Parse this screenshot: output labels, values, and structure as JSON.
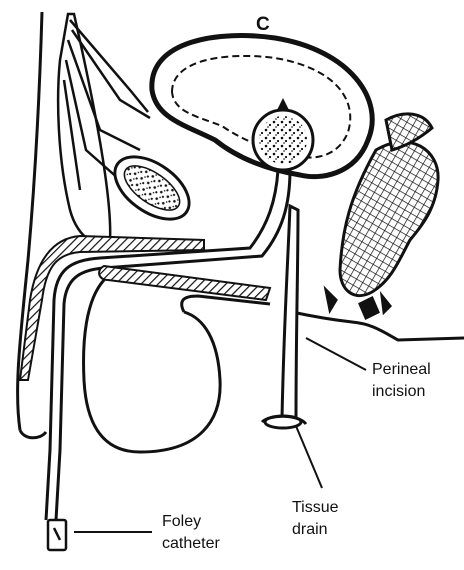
{
  "figure": {
    "panel_letter": "C",
    "labels": {
      "perineal_incision": [
        "Perineal",
        "incision"
      ],
      "tissue_drain": [
        "Tissue",
        "drain"
      ],
      "foley_catheter": [
        "Foley",
        "catheter"
      ]
    }
  }
}
